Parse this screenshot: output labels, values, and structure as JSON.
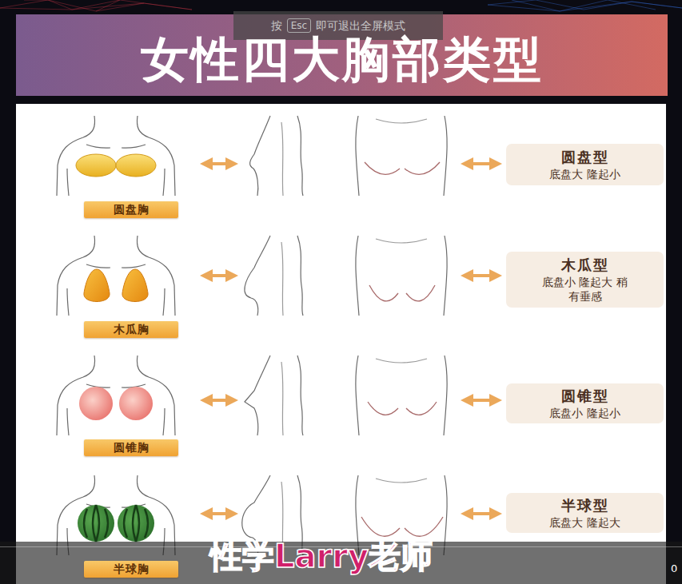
{
  "diagram": {
    "title": "女性四大胸部类型",
    "nodes": [
      {
        "text": [
          "圆盘胸"
        ]
      },
      {
        "text": [
          "圆盘型",
          "底盘大 隆起小"
        ]
      },
      {
        "text": [
          "木瓜胸"
        ]
      },
      {
        "text": [
          "木瓜型",
          "底盘小 隆起大 稍有垂感"
        ]
      },
      {
        "text": [
          "圆锥胸"
        ]
      },
      {
        "text": [
          "圆锥型",
          "底盘小 隆起小"
        ]
      },
      {
        "text": [
          "半球胸"
        ]
      },
      {
        "text": [
          "半球型",
          "底盘大 隆起大"
        ]
      }
    ],
    "labels": [
      "按",
      "Esc",
      "即可退出全屏模式",
      "性学Larry老师",
      "0"
    ]
  }
}
